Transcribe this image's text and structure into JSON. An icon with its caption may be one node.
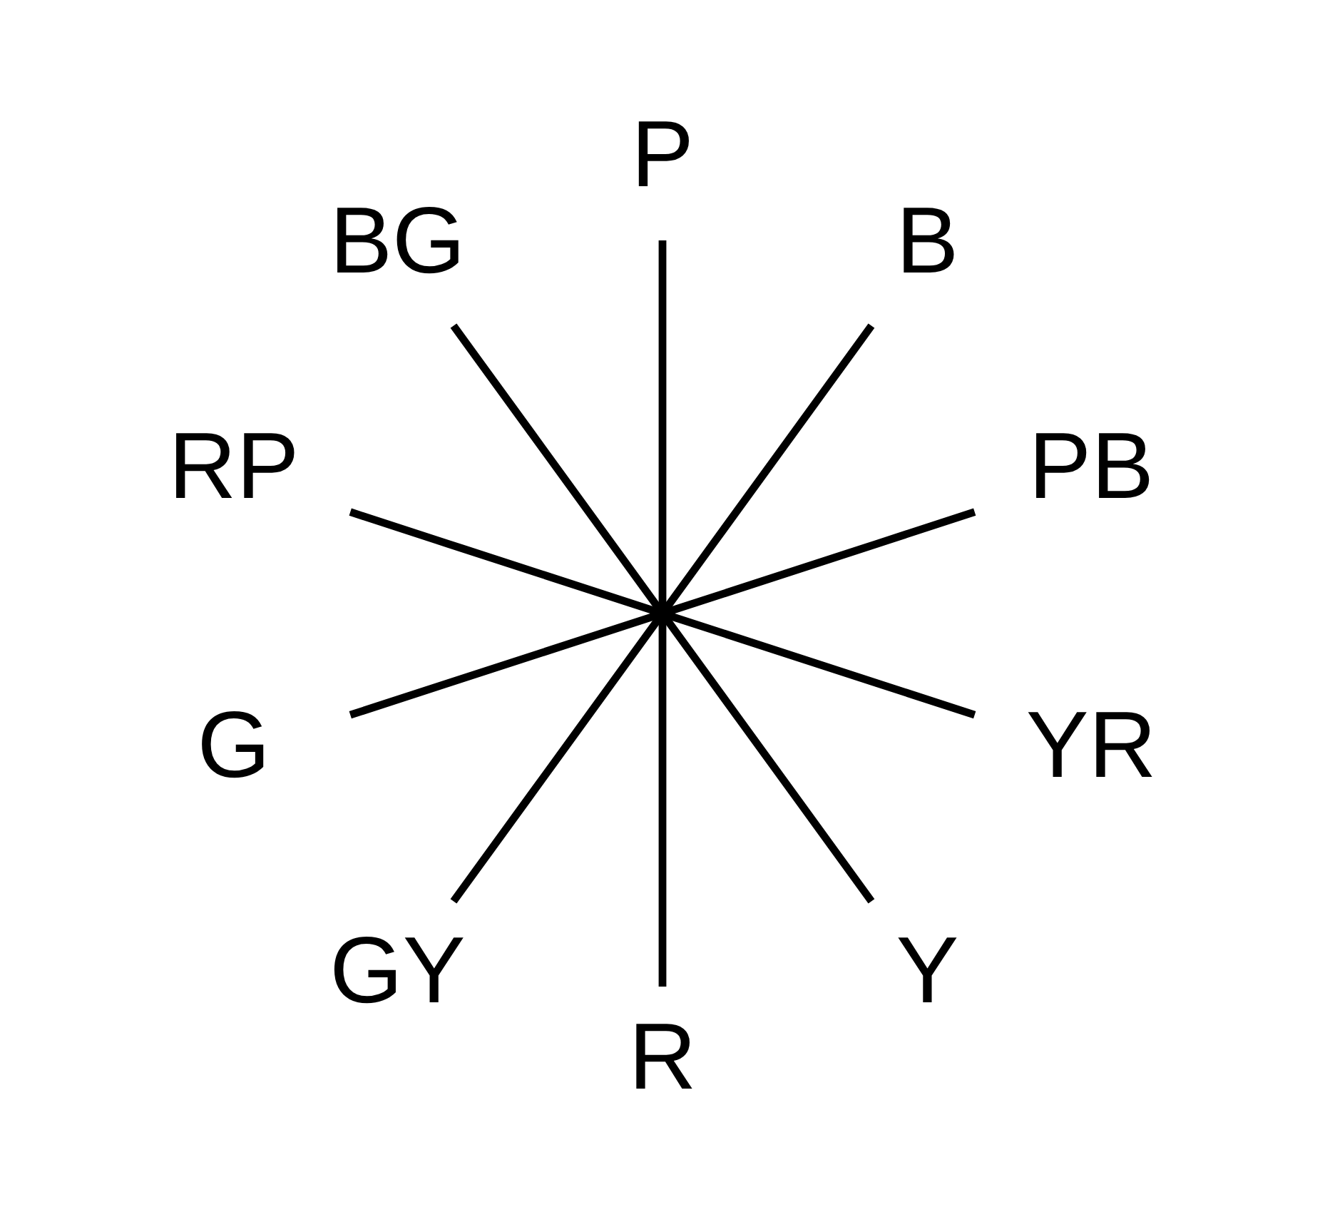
{
  "diagram": {
    "nodes": [
      {
        "text": [
          "PB"
        ]
      },
      {
        "text": [
          "B"
        ]
      },
      {
        "text": [
          "P"
        ]
      },
      {
        "text": [
          "BG"
        ]
      },
      {
        "text": [
          "RP"
        ]
      },
      {
        "text": [],
        "shape": "point"
      },
      {
        "text": [
          "G"
        ]
      },
      {
        "text": [
          "GY"
        ]
      },
      {
        "text": [
          "R"
        ]
      },
      {
        "text": [
          "Y"
        ]
      },
      {
        "text": [
          "YR"
        ]
      }
    ],
    "edges": [
      {
        "from": 5,
        "to": 0,
        "arrow": "none"
      },
      {
        "from": 5,
        "to": 2,
        "arrow": "none"
      },
      {
        "from": 5,
        "to": 4,
        "arrow": "none"
      },
      {
        "from": 5,
        "to": 8,
        "arrow": "none"
      },
      {
        "from": 5,
        "to": 10,
        "arrow": "none"
      },
      {
        "from": 5,
        "to": 9,
        "arrow": "none"
      },
      {
        "from": 5,
        "to": 7,
        "arrow": "none"
      },
      {
        "from": 5,
        "to": 6,
        "arrow": "none"
      },
      {
        "from": 5,
        "to": 3,
        "arrow": "none"
      },
      {
        "from": 5,
        "to": 1,
        "arrow": "none"
      }
    ]
  }
}
